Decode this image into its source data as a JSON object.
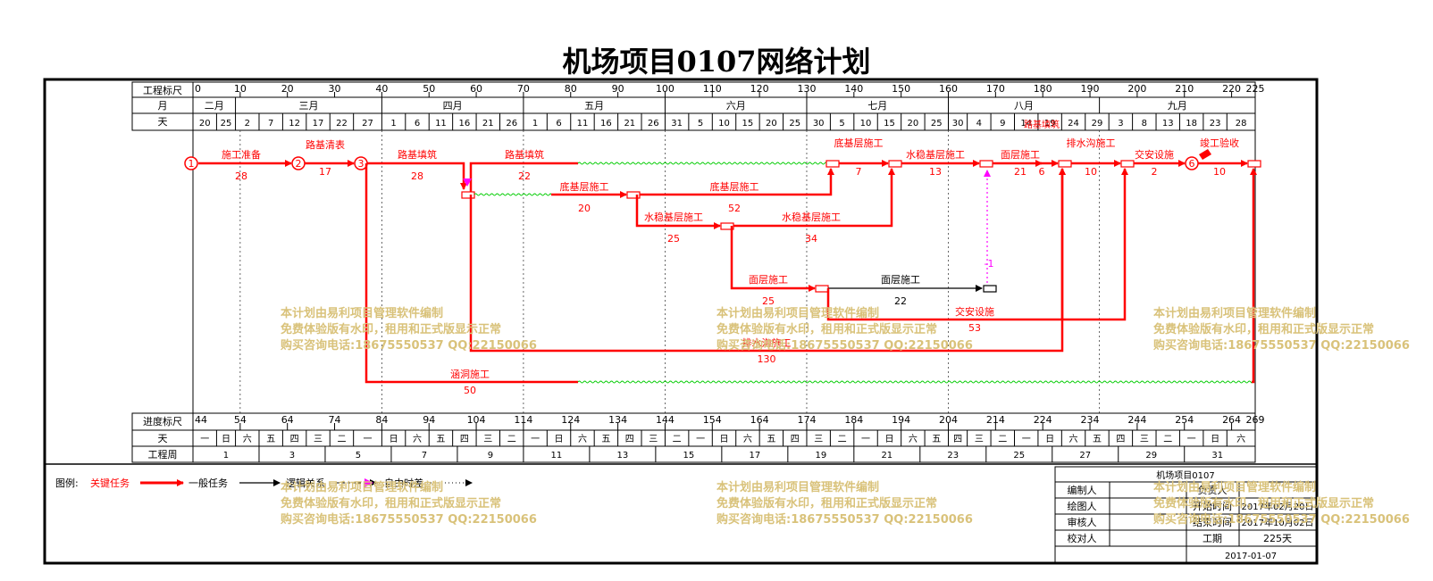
{
  "title": "机场项目0107网络计划",
  "scale_header": {
    "row_labels": [
      "工程标尺",
      "月",
      "天"
    ],
    "scale_ticks": [
      "0",
      "10",
      "20",
      "30",
      "40",
      "50",
      "60",
      "70",
      "80",
      "90",
      "100",
      "110",
      "120",
      "130",
      "140",
      "150",
      "160",
      "170",
      "180",
      "190",
      "200",
      "210",
      "220",
      "225"
    ],
    "months": [
      "二月",
      "三月",
      "四月",
      "五月",
      "六月",
      "七月",
      "八月",
      "九月"
    ],
    "days": [
      "20",
      "25",
      "2",
      "7",
      "12",
      "17",
      "22",
      "27",
      "1",
      "6",
      "11",
      "16",
      "21",
      "26",
      "1",
      "6",
      "11",
      "16",
      "21",
      "26",
      "31",
      "5",
      "10",
      "15",
      "20",
      "25",
      "30",
      "5",
      "10",
      "15",
      "20",
      "25",
      "30",
      "4",
      "9",
      "14",
      "19",
      "24",
      "29",
      "3",
      "8",
      "13",
      "18",
      "23",
      "28"
    ]
  },
  "progress_footer": {
    "row_labels": [
      "进度标尺",
      "天",
      "工程周"
    ],
    "progress_ticks": [
      "44",
      "54",
      "64",
      "74",
      "84",
      "94",
      "104",
      "114",
      "124",
      "134",
      "144",
      "154",
      "164",
      "174",
      "184",
      "194",
      "204",
      "214",
      "224",
      "234",
      "244",
      "254",
      "264",
      "269"
    ],
    "weekdays": [
      "一",
      "日",
      "六",
      "五",
      "四",
      "三",
      "二",
      "一",
      "日",
      "六",
      "五",
      "四",
      "三",
      "二",
      "一",
      "日",
      "六",
      "五",
      "四",
      "三",
      "二",
      "一",
      "日",
      "六",
      "五",
      "四",
      "三",
      "二",
      "一",
      "日",
      "六",
      "五",
      "四",
      "三",
      "二",
      "一",
      "日",
      "六",
      "五",
      "四",
      "三",
      "二",
      "一",
      "日",
      "六"
    ],
    "weeks": [
      "1",
      "3",
      "5",
      "7",
      "9",
      "11",
      "13",
      "15",
      "17",
      "19",
      "21",
      "23",
      "25",
      "27",
      "29",
      "31"
    ]
  },
  "nodes": [
    "1",
    "2",
    "3",
    "6"
  ],
  "tasks": [
    {
      "name": "施工准备",
      "duration": "28"
    },
    {
      "name": "路基清表",
      "duration": "17"
    },
    {
      "name": "路基填筑",
      "duration": "28"
    },
    {
      "name": "路基填筑",
      "duration": "22"
    },
    {
      "name": "底基层施工",
      "duration": "20"
    },
    {
      "name": "底基层施工",
      "duration": "52"
    },
    {
      "name": "底基层施工",
      "duration": "7"
    },
    {
      "name": "水稳基层施工",
      "duration": "25"
    },
    {
      "name": "水稳基层施工",
      "duration": "34"
    },
    {
      "name": "水稳基层施工",
      "duration": "13"
    },
    {
      "name": "面层施工",
      "duration": "25"
    },
    {
      "name": "面层施工",
      "duration": "22"
    },
    {
      "name": "面层施工",
      "duration": "21"
    },
    {
      "name": "路基填筑",
      "duration": "6"
    },
    {
      "name": "排水沟施工",
      "duration": "10"
    },
    {
      "name": "交安设施",
      "duration": "2"
    },
    {
      "name": "竣工验收",
      "duration": "10"
    },
    {
      "name": "交安设施",
      "duration": "53"
    },
    {
      "name": "排水沟施工",
      "duration": "130"
    },
    {
      "name": "涵洞施工",
      "duration": "50"
    }
  ],
  "free_float_label": "-1",
  "legend": {
    "label": "图例:",
    "critical": "关键任务",
    "normal": "一般任务",
    "logic": "逻辑关系",
    "float": "自由时差"
  },
  "info_box": {
    "project": "机场项目0107",
    "editor_label": "编制人",
    "drawer_label": "绘图人",
    "reviewer_label": "审核人",
    "checker_label": "校对人",
    "leader_label": "负责人",
    "start_label": "开始时间",
    "start_value": "2017年02月20日",
    "end_label": "结束时间",
    "end_value": "2017年10月02日",
    "duration_label": "工期",
    "duration_value": "225天",
    "date": "2017-01-07"
  },
  "watermark": [
    "本计划由易利项目管理软件编制",
    "免费体验版有水印，租用和正式版显示正常",
    "购买咨询电话:18675550537 QQ:22150066"
  ],
  "colors": {
    "critical": "#ff0000",
    "normal": "#000000",
    "float_wave": "#00cc00",
    "free_float": "#ff00ff",
    "watermark": "#d9c27a"
  }
}
